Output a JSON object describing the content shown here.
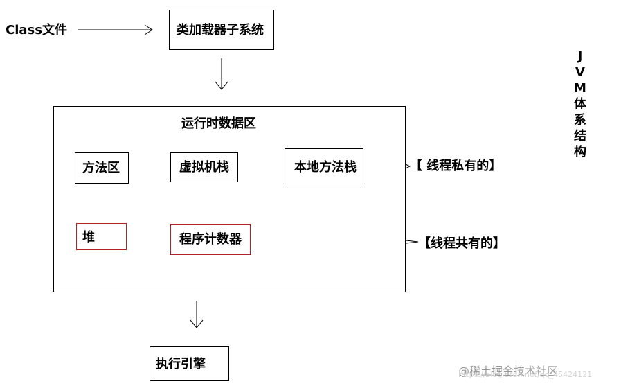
{
  "nodes": {
    "class_file": "Class文件",
    "class_loader": "类加载器子系统",
    "runtime_area": "运行时数据区",
    "method_area": "方法区",
    "vm_stack": "虚拟机栈",
    "native_stack": "本地方法栈",
    "heap": "堆",
    "pc_register": "程序计数器",
    "exec_engine": "执行引擎"
  },
  "annotations": {
    "thread_private": "【 线程私有的】",
    "thread_shared": "【线程共有的】"
  },
  "side_title": [
    "J",
    "V",
    "M",
    "体",
    "系",
    "结",
    "构"
  ],
  "watermark": {
    "brand": "@稀土掘金技术社区",
    "url": "https://blog.csdn.net/qq_45424121"
  },
  "colors": {
    "box_border": "#000000",
    "shared_box_border": "#b22222"
  }
}
